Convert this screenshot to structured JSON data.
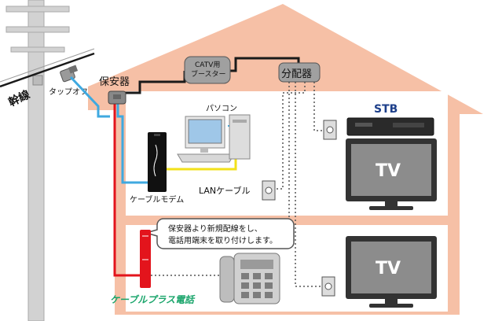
{
  "labels": {
    "trunk": "幹線",
    "tap_off": "タップオフ",
    "protector": "保安器",
    "booster_line1": "CATV用",
    "booster_line2": "ブースター",
    "splitter": "分配器",
    "pc": "パソコン",
    "stb": "STB",
    "tv_upper": "TV",
    "tv_lower": "TV",
    "lan_cable": "LANケーブル",
    "cable_modem": "ケーブルモデム",
    "callout_line1": "保安器より新規配線をし、",
    "callout_line2": "電話用端末を取り付けします。",
    "cable_plus_phone": "ケーブルプラス電話"
  },
  "colors": {
    "house_fill": "#f6c0a6",
    "house_inner": "#ffffff",
    "cable_black": "#1a1a1a",
    "cable_blue": "#3fa9e0",
    "cable_red": "#e3141c",
    "cable_yellow": "#f2e11a",
    "dotted_gray": "#555555",
    "pole_gray": "#cfcfcf",
    "device_gray": "#8a8a8a",
    "brand_green": "#1aa56b",
    "stb_blue": "#1d3f8a"
  }
}
